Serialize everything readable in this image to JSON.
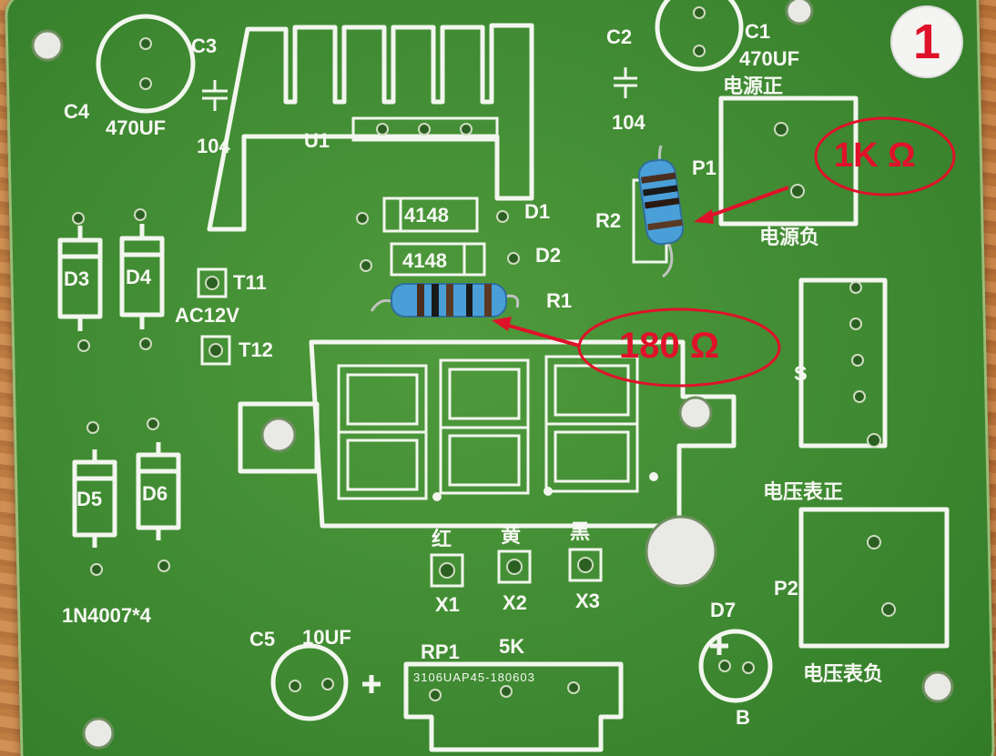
{
  "image": {
    "badge_number": "1",
    "annotations": {
      "r2_value": "1K Ω",
      "r1_value": "180  Ω"
    },
    "silkscreen": {
      "c3": "C3",
      "c4": "C4",
      "c4_value": "470UF",
      "c3_value": "104",
      "u1": "U1",
      "c2": "C2",
      "c2_value": "104",
      "c1": "C1",
      "c1_value": "470UF",
      "power_pos": "电源正",
      "p1": "P1",
      "power_neg": "电源负",
      "d1_part": "4148",
      "d1": "D1",
      "d2_part": "4148",
      "d2": "D2",
      "r2": "R2",
      "r1": "R1",
      "d3": "D3",
      "d4": "D4",
      "t11": "T11",
      "ac": "AC12V",
      "t12": "T12",
      "s": "S",
      "d5": "D5",
      "d6": "D6",
      "diode_note": "1N4007*4",
      "vm_pos": "电压表正",
      "red": "红",
      "yellow": "黄",
      "black": "黑",
      "x1": "X1",
      "x2": "X2",
      "x3": "X3",
      "p2": "P2",
      "d7": "D7",
      "c5": "C5",
      "c5_value": "10UF",
      "rp1": "RP1",
      "rp1_value": "5K",
      "pot_code": "3106UAP45-180603",
      "vm_neg": "电压表负",
      "b": "B"
    },
    "colors": {
      "pcb": "#3f8a32",
      "silkscreen": "#f2f6ee",
      "annotation": "#e0112a",
      "resistor_body": "#4a9fd8"
    }
  }
}
